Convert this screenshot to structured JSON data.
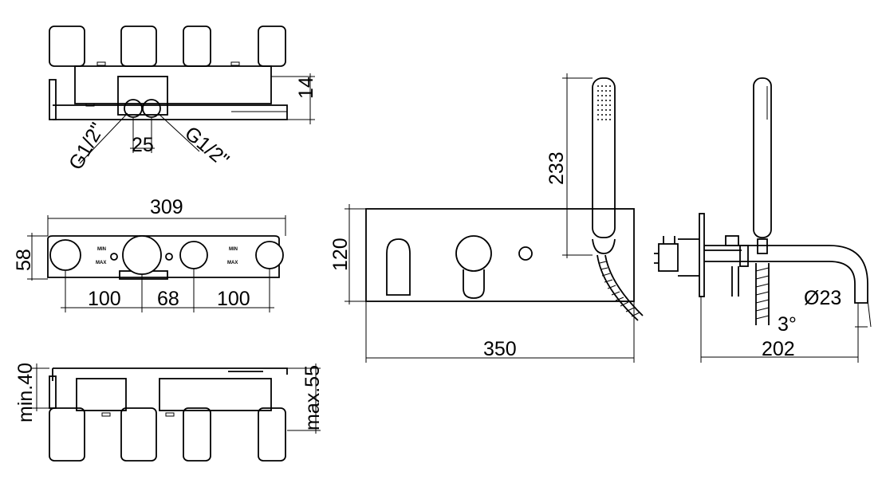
{
  "labels": {
    "top_thread_left": "G1/2\"",
    "top_thread_right": "G1/2\"",
    "top_spacing": "25",
    "top_height": "14",
    "overall_width": "309",
    "body_height": "58",
    "span_left": "100",
    "span_center": "68",
    "span_right": "100",
    "mark_min": "MIN",
    "mark_max": "MAX",
    "depth_min": "min.40",
    "depth_max": "max.55",
    "plate_height": "120",
    "plate_width": "350",
    "shower_height": "233",
    "side_depth": "202",
    "spout_diameter": "Ø23",
    "spout_angle": "3°"
  }
}
